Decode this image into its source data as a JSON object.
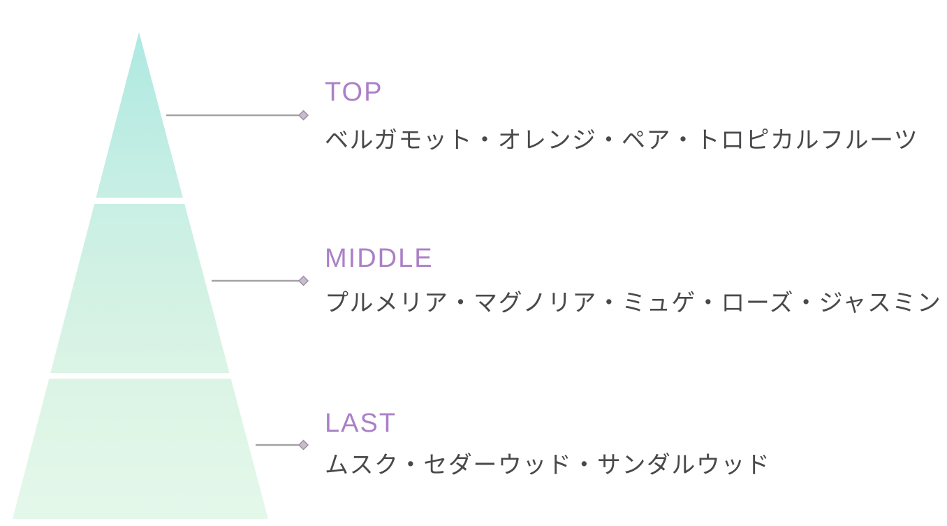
{
  "sections": [
    {
      "id": "top",
      "label": "TOP",
      "notes": "ベルガモット・オレンジ・ペア・トロピカルフルーツ"
    },
    {
      "id": "middle",
      "label": "MIDDLE",
      "notes": "プルメリア・マグノリア・ミュゲ・ローズ・ジャスミン"
    },
    {
      "id": "last",
      "label": "LAST",
      "notes": "ムスク・セダーウッド・サンダルウッド"
    }
  ],
  "colors": {
    "label_purple": "#ab80c7",
    "notes_gray": "#4b484c",
    "connector_line": "#a5a2a6",
    "diamond_fill": "#c6bec8",
    "diamond_edge": "#a08cab",
    "pyramid_gradient_top": "#aee9e2",
    "pyramid_gradient_upper_mid": "#c9efe4",
    "pyramid_gradient_lower_mid": "#dbf4e5",
    "pyramid_gradient_bottom": "#e4f8ea",
    "pyramid_border": "#ffffff",
    "background": "#ffffff"
  }
}
